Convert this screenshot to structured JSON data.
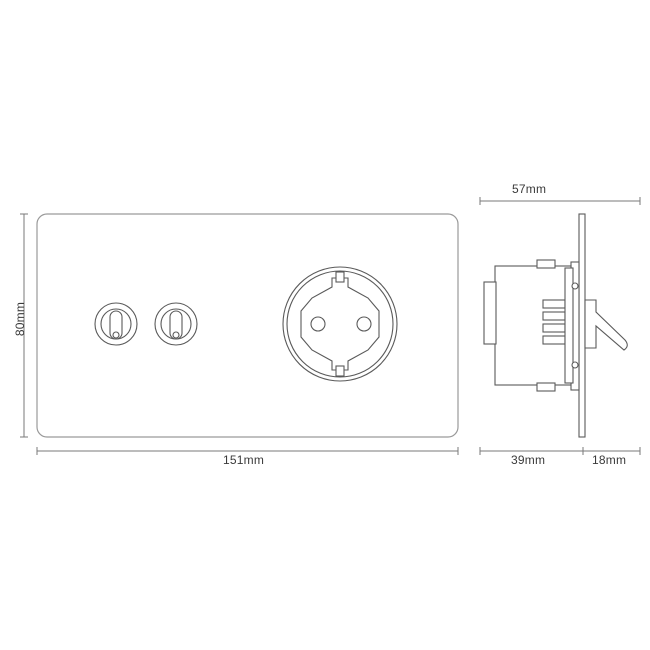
{
  "dimensions": {
    "plate_width": "151mm",
    "plate_height": "80mm",
    "side_total_depth": "57mm",
    "side_body_depth": "39mm",
    "side_front_depth": "18mm"
  },
  "front_view": {
    "toggle_switches": [
      "toggle-switch",
      "toggle-switch"
    ],
    "socket": "schuko-socket"
  },
  "side_view": {
    "parts": [
      "wall-box",
      "mounting-plate",
      "toggle-lever"
    ]
  },
  "colors": {
    "line": "#7a7a7a",
    "detail": "#5a5a5a",
    "text": "#3a3a3a"
  }
}
